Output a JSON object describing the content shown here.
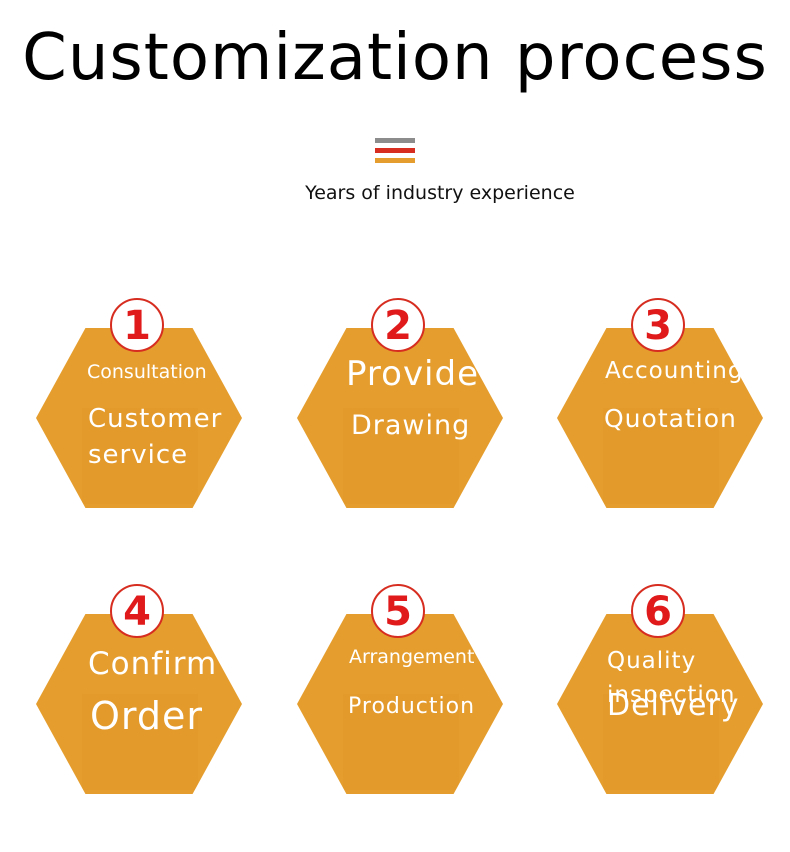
{
  "title": "Customization process",
  "subtitle": "Years of industry experience",
  "colors": {
    "hexagon": "#E59E2E",
    "number_ring": "#D62D20",
    "number_text": "#E01A1A",
    "label": "#FFFFFF",
    "bar_top": "#8C8C8C",
    "bar_middle": "#D62D20",
    "bar_bottom": "#E59E2E"
  },
  "steps": [
    {
      "number": "1",
      "small_label": "Consultation",
      "main_label_line1": "Customer",
      "main_label_line2": "service"
    },
    {
      "number": "2",
      "small_label": "Provide",
      "main_label_line1": "Drawing",
      "main_label_line2": ""
    },
    {
      "number": "3",
      "small_label": "Accounting",
      "main_label_line1": "Quotation",
      "main_label_line2": ""
    },
    {
      "number": "4",
      "small_label": "Confirm",
      "main_label_line1": "Order",
      "main_label_line2": ""
    },
    {
      "number": "5",
      "small_label": "Arrangement",
      "main_label_line1": "Production",
      "main_label_line2": ""
    },
    {
      "number": "6",
      "small_label": "Quality inspection",
      "main_label_line1": "Delivery",
      "main_label_line2": ""
    }
  ]
}
